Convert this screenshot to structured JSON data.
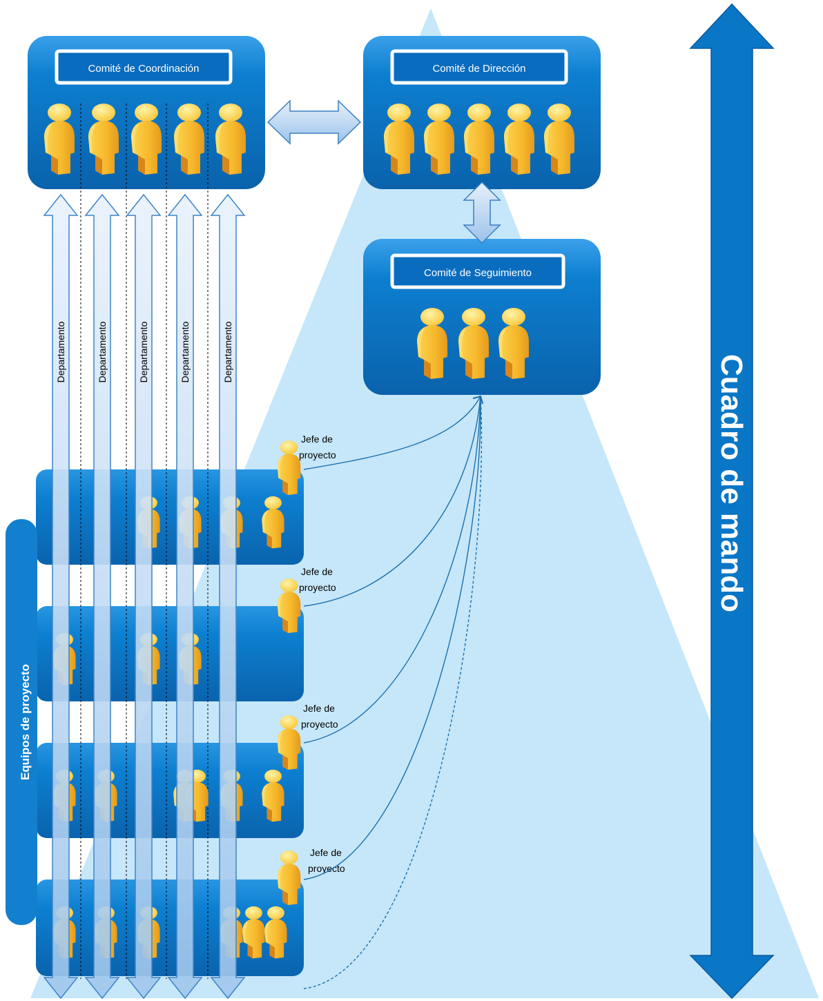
{
  "committees": {
    "coordinacion": {
      "title": "Comité de Coordinación",
      "members": 5
    },
    "direccion": {
      "title": "Comité de Dirección",
      "members": 5
    },
    "seguimiento": {
      "title": "Comité de Seguimiento",
      "members": 3
    }
  },
  "departments": {
    "label": "Departamento",
    "count": 5
  },
  "teams": {
    "side_label": "Equipos de proyecto",
    "leader_label_line1": "Jefe de",
    "leader_label_line2": "proyecto",
    "count": 4
  },
  "scope_label": "Cuadro de mando",
  "colors": {
    "panel": "#0d7fd0",
    "panel_dark": "#0a5ea3",
    "pyramid": "#c6e7f9",
    "mando_arrow": "#0a76c6",
    "dept_arrow_fill": "#cfe3f8",
    "dept_arrow_stroke": "#3e84c8",
    "person_head": "#fde36c",
    "person_body": "#f5b52a",
    "person_shadow": "#c77a14",
    "line": "#1a6fae"
  }
}
